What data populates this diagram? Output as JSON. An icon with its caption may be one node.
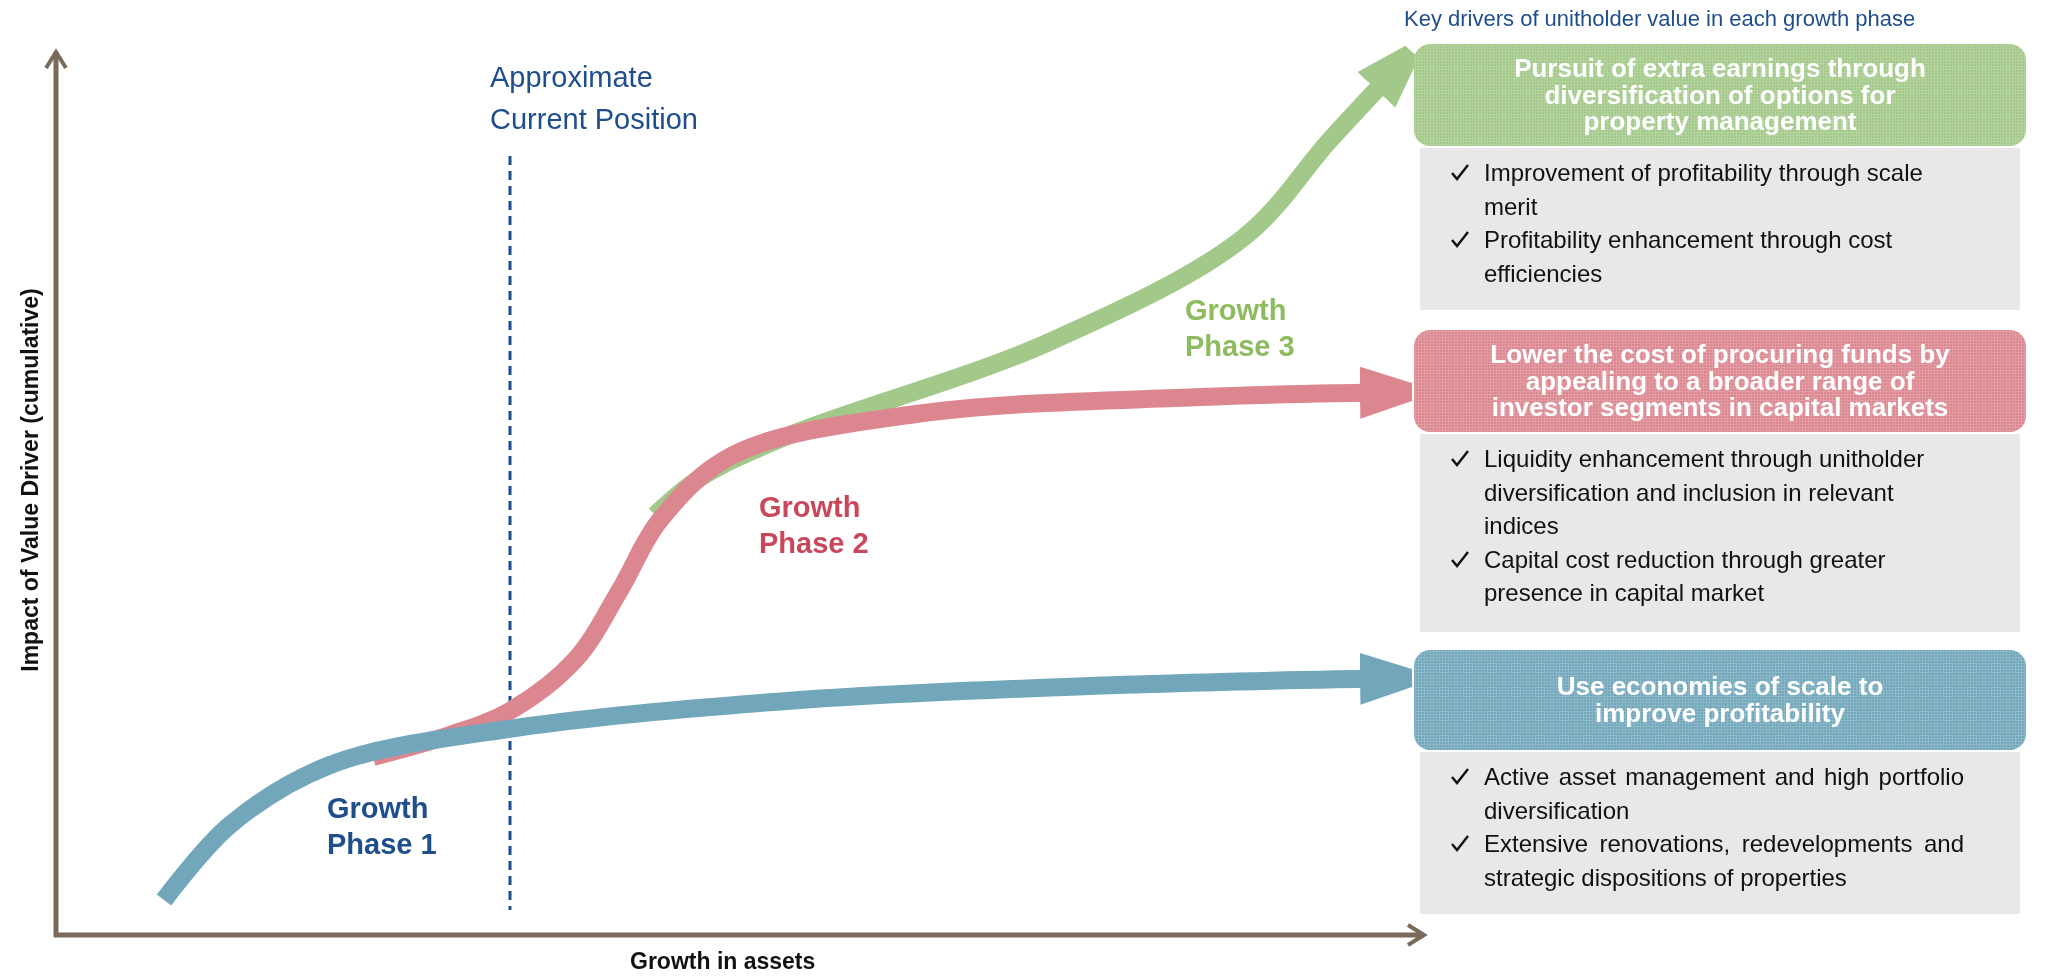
{
  "diagram": {
    "title": "Key drivers of unitholder value in each growth phase",
    "nodes": [
      {
        "text": [
          "Pursuit of extra earnings through diversification of options for property management"
        ]
      },
      {
        "text": [
          "Improvement of profitability through scale merit",
          "Profitability enhancement through cost efficiencies"
        ]
      },
      {
        "text": [
          "Lower the cost of procuring funds by appealing to a broader range of investor segments in capital markets"
        ]
      },
      {
        "text": [
          "Liquidity enhancement through unitholder diversification and inclusion in relevant indices",
          "Capital cost reduction through greater presence in capital market"
        ]
      },
      {
        "text": [
          "Use economies of scale to improve profitability"
        ]
      },
      {
        "text": [
          "Active asset management and high portfolio diversification",
          "Extensive renovations, redevelopments and strategic dispositions of properties"
        ]
      }
    ],
    "edges": [
      {
        "from": null,
        "to": 0,
        "arrow": "to",
        "color": "#a3c98a"
      },
      {
        "from": null,
        "to": 2,
        "arrow": "to",
        "color": "#dc8790"
      },
      {
        "from": null,
        "to": 4,
        "arrow": "to",
        "color": "#72a7bb"
      }
    ],
    "labels": [
      "Approximate Current Position",
      "Growth Phase 3",
      "Growth Phase 2",
      "Growth Phase 1",
      "Impact of Value Driver (cumulative)",
      "Growth in assets"
    ]
  }
}
